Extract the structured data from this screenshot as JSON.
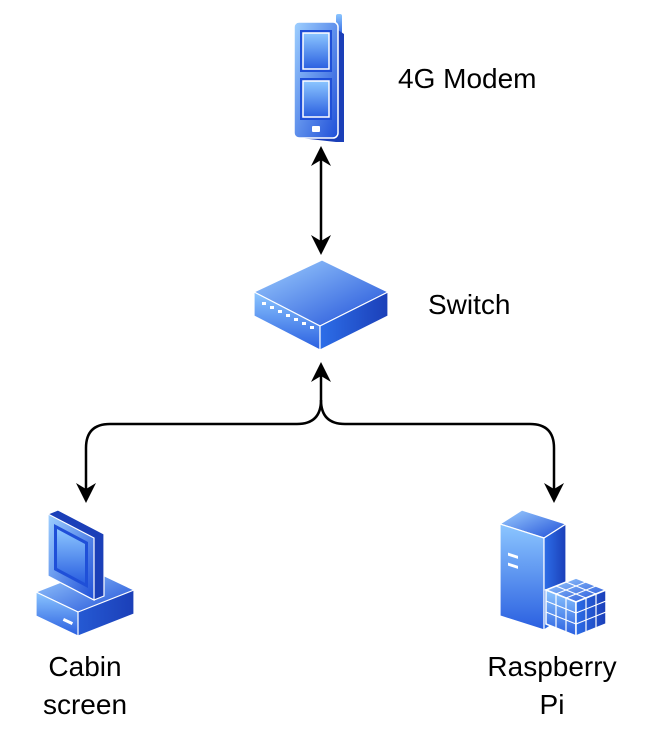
{
  "nodes": {
    "modem": {
      "label": "4G Modem",
      "icon": "mobile-phone-icon"
    },
    "switch": {
      "label": "Switch",
      "icon": "network-switch-icon"
    },
    "cabin": {
      "label_line1": "Cabin",
      "label_line2": "screen",
      "icon": "desktop-computer-icon"
    },
    "pi": {
      "label_line1": "Raspberry",
      "label_line2": "Pi",
      "icon": "server-icon"
    }
  },
  "edges": [
    {
      "from": "modem",
      "to": "switch",
      "arrows": "both"
    },
    {
      "from": "switch",
      "to": "cabin",
      "arrows": "both"
    },
    {
      "from": "switch",
      "to": "pi",
      "arrows": "both"
    }
  ],
  "colors": {
    "icon_light": "#9fd0ff",
    "icon_mid": "#3a8ef0",
    "icon_dark": "#1f4fd8",
    "icon_outline": "#ffffff",
    "edge": "#000000"
  }
}
